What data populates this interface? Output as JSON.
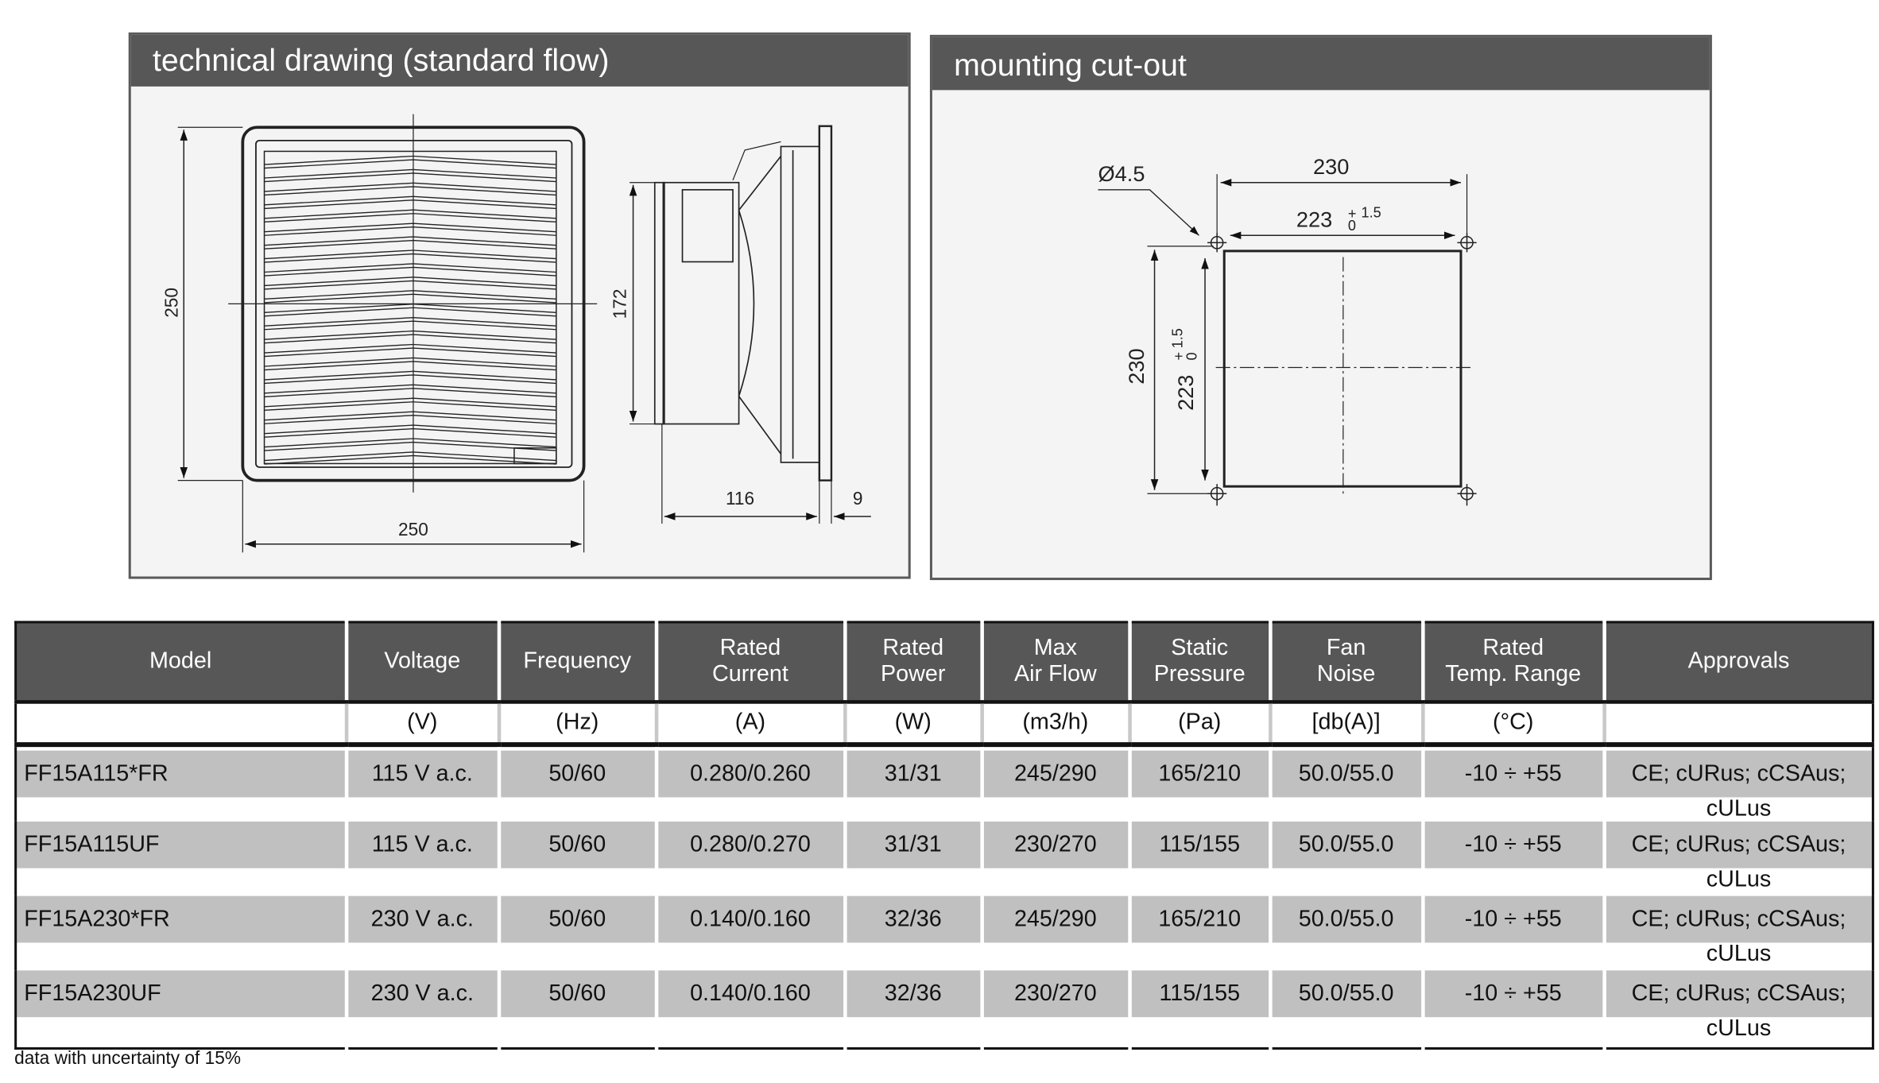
{
  "panels": {
    "technical_drawing": {
      "title": "technical drawing (standard flow)",
      "dims": {
        "front_height": "250",
        "front_width": "250",
        "side_height": "172",
        "depth": "116",
        "flange": "9"
      }
    },
    "mounting_cutout": {
      "title": "mounting cut-out",
      "dims": {
        "hole": "Ø4.5",
        "outer_width": "230",
        "inner_width": "223",
        "outer_height": "230",
        "inner_height": "223",
        "tol_plus": "+",
        "tol_upper": "1.5",
        "tol_lower": "0"
      }
    }
  },
  "table": {
    "headers": [
      {
        "l1": "Model",
        "l2": ""
      },
      {
        "l1": "Voltage",
        "l2": ""
      },
      {
        "l1": "Frequency",
        "l2": ""
      },
      {
        "l1": "Rated",
        "l2": "Current"
      },
      {
        "l1": "Rated",
        "l2": "Power"
      },
      {
        "l1": "Max",
        "l2": "Air Flow"
      },
      {
        "l1": "Static",
        "l2": "Pressure"
      },
      {
        "l1": "Fan",
        "l2": "Noise"
      },
      {
        "l1": "Rated",
        "l2": "Temp. Range"
      },
      {
        "l1": "Approvals",
        "l2": ""
      }
    ],
    "units": [
      "",
      "(V)",
      "(Hz)",
      "(A)",
      "(W)",
      "(m3/h)",
      "(Pa)",
      "[db(A)]",
      "(°C)",
      ""
    ],
    "rows": [
      [
        "FF15A115*FR",
        "115 V a.c.",
        "50/60",
        "0.280/0.260",
        "31/31",
        "245/290",
        "165/210",
        "50.0/55.0",
        "-10 ÷ +55",
        "CE; cURus; cCSAus;",
        "cULus"
      ],
      [
        "FF15A115UF",
        "115 V a.c.",
        "50/60",
        "0.280/0.270",
        "31/31",
        "230/270",
        "115/155",
        "50.0/55.0",
        "-10 ÷ +55",
        "CE; cURus; cCSAus;",
        "cULus"
      ],
      [
        "FF15A230*FR",
        "230 V a.c.",
        "50/60",
        "0.140/0.160",
        "32/36",
        "245/290",
        "165/210",
        "50.0/55.0",
        "-10 ÷ +55",
        "CE; cURus; cCSAus;",
        "cULus"
      ],
      [
        "FF15A230UF",
        "230 V a.c.",
        "50/60",
        "0.140/0.160",
        "32/36",
        "230/270",
        "115/155",
        "50.0/55.0",
        "-10 ÷ +55",
        "CE; cURus; cCSAus;",
        "cULus"
      ]
    ]
  },
  "footnote": "data with uncertainty of 15%"
}
